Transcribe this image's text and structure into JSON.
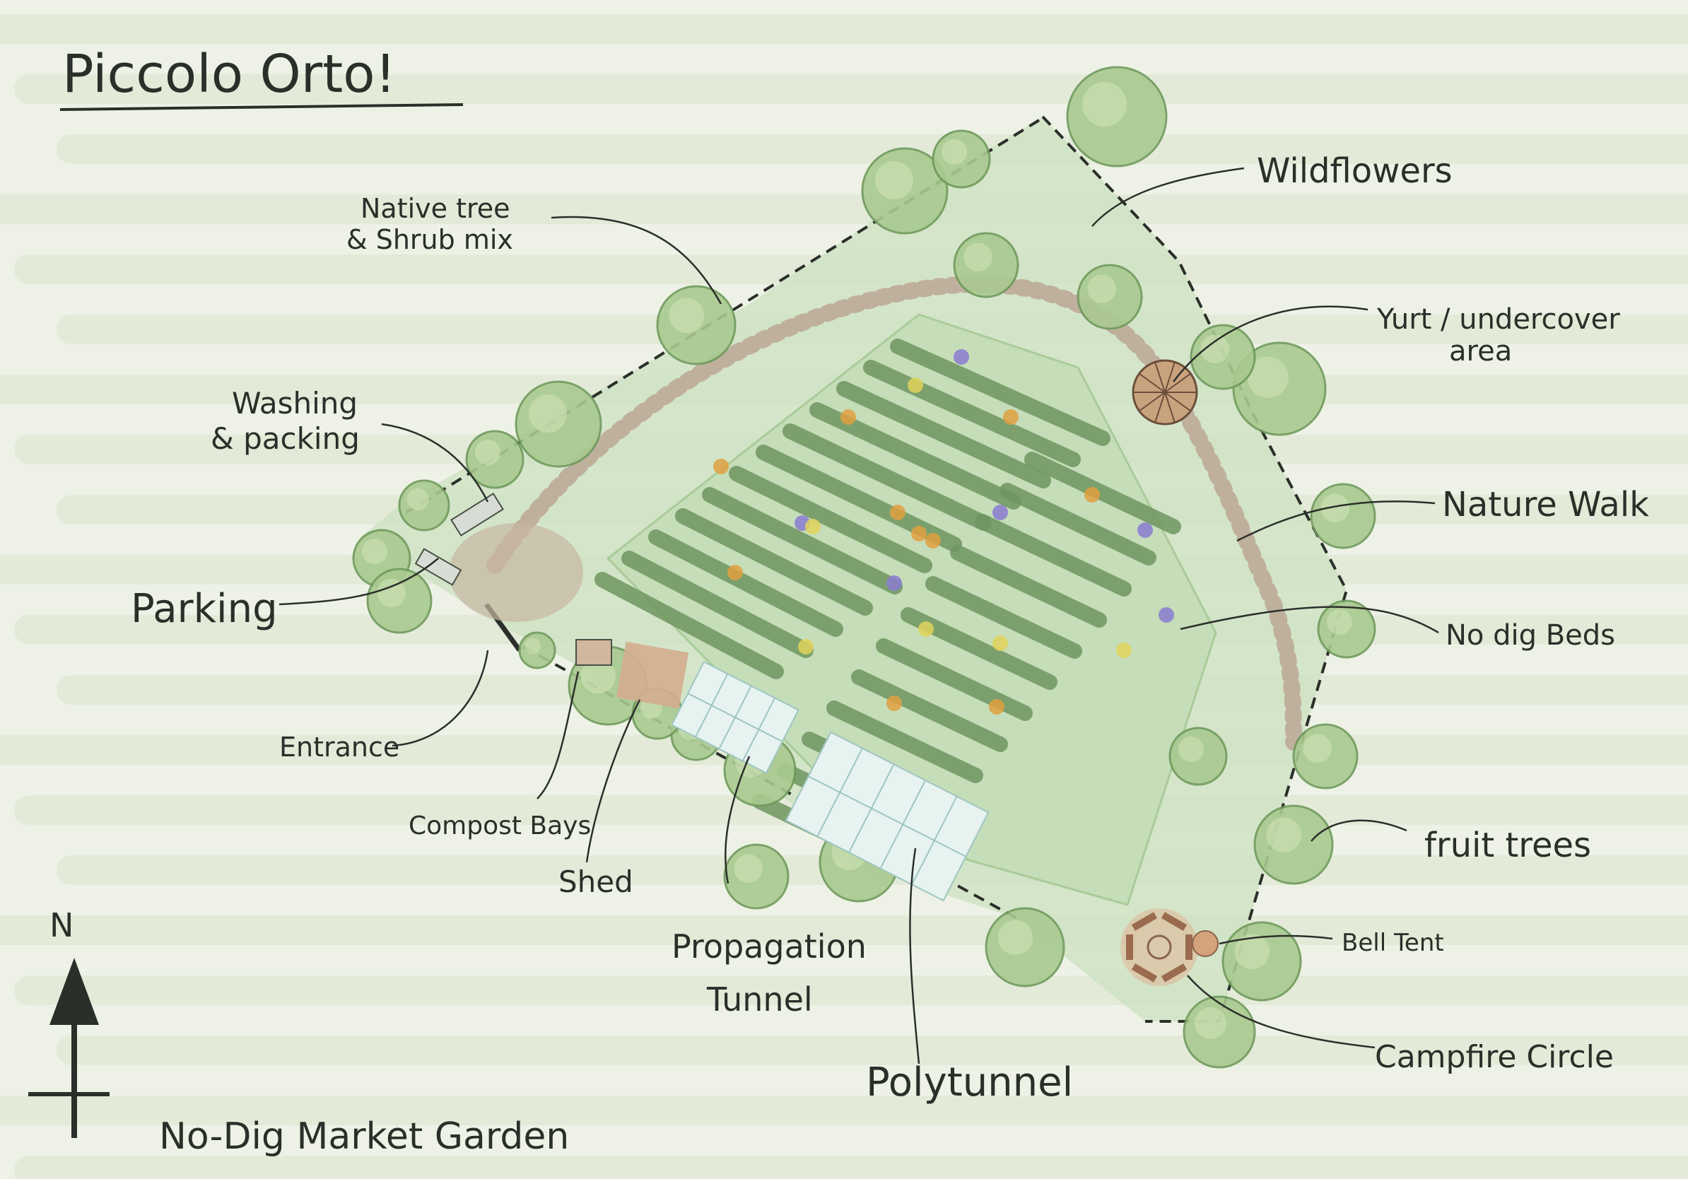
{
  "title": "Piccolo Orto!",
  "subtitle": "No-Dig Market Garden",
  "north_label": "N",
  "labels": {
    "native_tree_1": "Native tree",
    "native_tree_2": "& Shrub mix",
    "wildflowers": "Wildflowers",
    "yurt_1": "Yurt / undercover",
    "yurt_2": "area",
    "washing_1": "Washing",
    "washing_2": "& packing",
    "nature_walk": "Nature Walk",
    "parking": "Parking",
    "no_dig_beds": "No dig Beds",
    "entrance": "Entrance",
    "compost_bays": "Compost Bays",
    "shed": "Shed",
    "fruit_trees": "fruit trees",
    "bell_tent": "Bell Tent",
    "propagation_1": "Propagation",
    "propagation_2": "Tunnel",
    "campfire_circle": "Campfire Circle",
    "polytunnel": "Polytunnel"
  },
  "colors": {
    "background": "#eef2e6",
    "field_stripe": "#dbe6cc",
    "plot": "#cfe3c4",
    "bed": "#6f9660",
    "tree": "#a9c98f",
    "tree_dark": "#6f9a5c",
    "ink": "#2b2f2a",
    "yurt": "#c9a27e",
    "path": "#b79a8a",
    "glass": "#e7f3f1"
  }
}
